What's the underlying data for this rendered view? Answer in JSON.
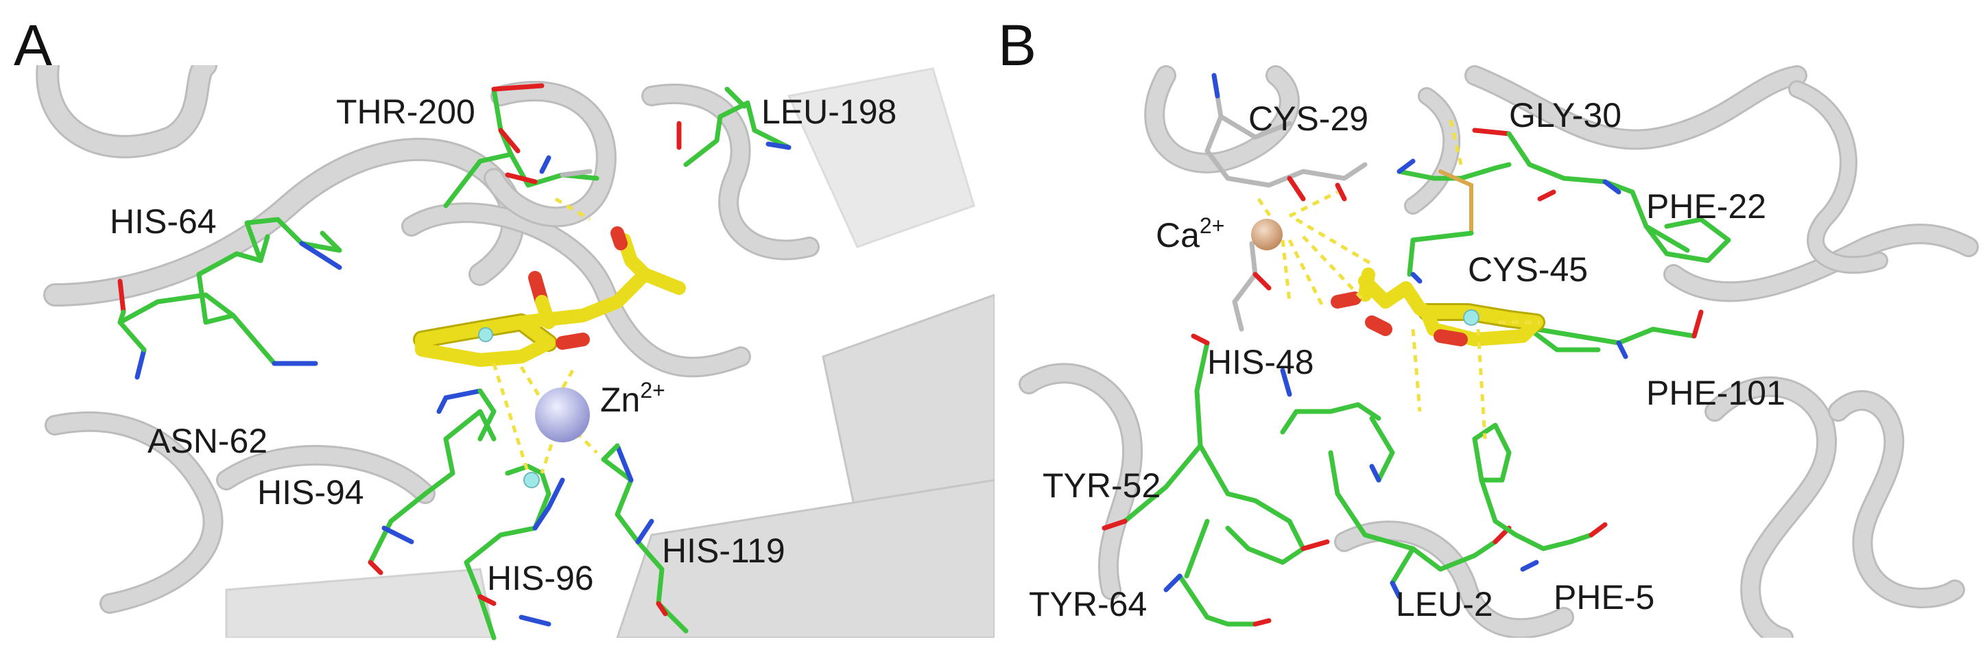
{
  "panels": [
    {
      "letter": "A",
      "ion": {
        "name": "Zn",
        "charge": "2+",
        "color": "#a9abe0"
      },
      "residues": [
        "THR-200",
        "LEU-198",
        "HIS-64",
        "ASN-62",
        "HIS-94",
        "HIS-96",
        "HIS-119"
      ]
    },
    {
      "letter": "B",
      "ion": {
        "name": "Ca",
        "charge": "2+",
        "color": "#d9a37a"
      },
      "residues": [
        "CYS-29",
        "GLY-30",
        "PHE-22",
        "CYS-45",
        "HIS-48",
        "PHE-101",
        "TYR-52",
        "TYR-64",
        "LEU-2",
        "PHE-5"
      ]
    }
  ],
  "colors": {
    "carbon_protein": "#3dc43d",
    "carbon_ligand": "#e8dc1c",
    "nitrogen": "#2a4fd6",
    "oxygen": "#e02020",
    "ribbon": "#d6d6d6",
    "interaction": "#f0e040"
  }
}
